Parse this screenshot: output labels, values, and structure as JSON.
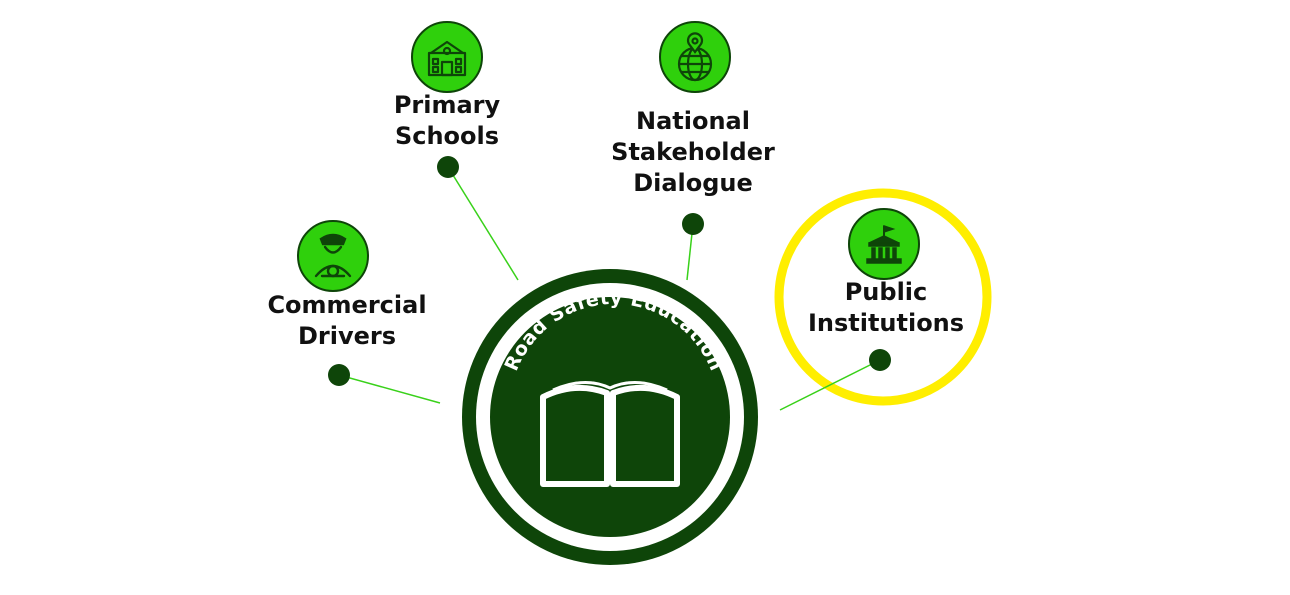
{
  "center": {
    "title": "Road Safety Education",
    "icon": "open-book-icon"
  },
  "nodes": [
    {
      "id": "commercial-drivers",
      "lines": [
        "Commercial",
        "Drivers"
      ],
      "icon": "driver-icon"
    },
    {
      "id": "primary-schools",
      "lines": [
        "Primary",
        "Schools"
      ],
      "icon": "school-building-icon"
    },
    {
      "id": "national-stakeholder-dialogue",
      "lines": [
        "National",
        "Stakeholder",
        "Dialogue"
      ],
      "icon": "globe-pin-icon"
    },
    {
      "id": "public-institutions",
      "lines": [
        "Public",
        "Institutions"
      ],
      "icon": "government-building-icon",
      "highlighted": true
    }
  ],
  "colors": {
    "dark_green": "#0e4509",
    "icon_green": "#2fd00c",
    "connector_green": "#39d11a",
    "highlight_yellow": "#ffee00",
    "white": "#ffffff"
  }
}
